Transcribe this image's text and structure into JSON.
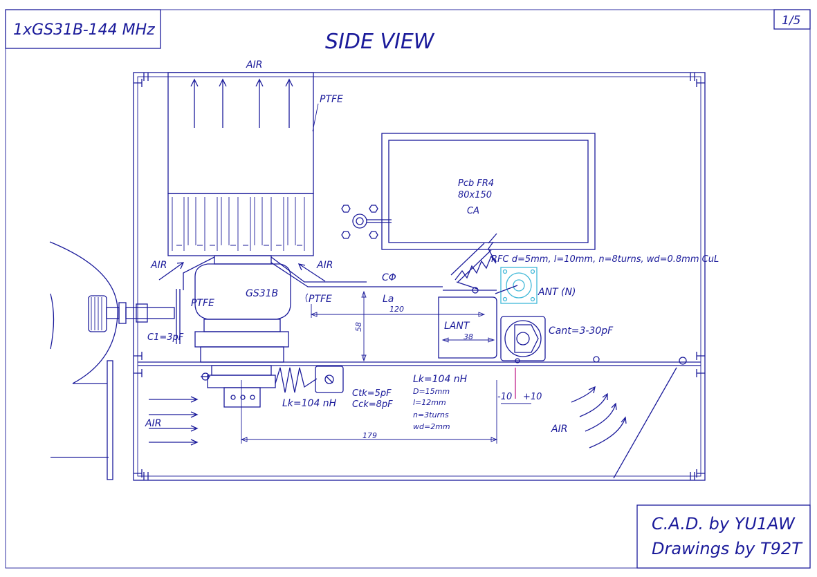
{
  "title_block": {
    "project": "1xGS31B-144 MHz",
    "sheet": "1/5",
    "view": "SIDE VIEW"
  },
  "credits": {
    "line1": "C.A.D. by YU1AW",
    "line2": "Drawings by T92T"
  },
  "labels": {
    "air": "AIR",
    "ptfe": "PTFE",
    "pcb_line1": "Pcb FR4",
    "pcb_line2": "80x150",
    "pcb_line3": "CA",
    "rfc": "RFC  d=5mm, l=10mm, n=8turns, wd=0.8mm CuL",
    "c_phi": "CΦ",
    "tube": "GS31B",
    "la": "La",
    "dim_120": "120",
    "dim_58": "58",
    "lant": "LANT",
    "dim_38": "38",
    "ant": "ANT (N)",
    "cant": "Cant=3-30pF",
    "c1": "C1=3pF",
    "lk_coil": "Lk=104 nH",
    "ctk": "Ctk=5pF",
    "cck": "Cck=8pF",
    "lk_spec": {
      "title": "Lk=104 nH",
      "d": "D=15mm",
      "l": "l=12mm",
      "n": "n=3turns",
      "wd": "wd=2mm"
    },
    "dim_179": "179",
    "tol_minus": "-10",
    "tol_plus": "+10"
  }
}
